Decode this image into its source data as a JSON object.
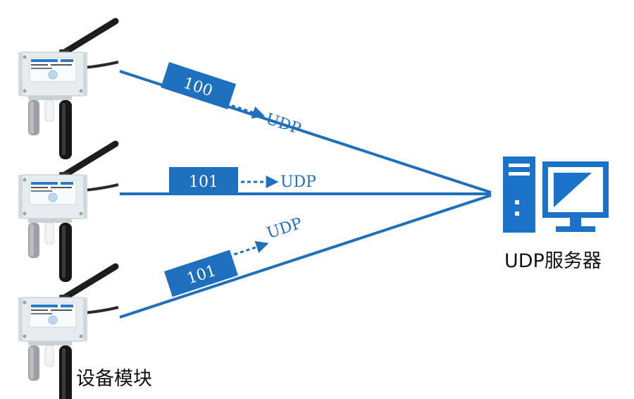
{
  "colors": {
    "link": "#1f6fbf",
    "tag_fill": "#1f6fbf",
    "tag_text": "#ffffff",
    "server": "#1a73c9",
    "device_body": "#e6ecee",
    "antenna": "#222222"
  },
  "devices": [
    {
      "packet_id": "100",
      "protocol": "UDP"
    },
    {
      "packet_id": "101",
      "protocol": "UDP"
    },
    {
      "packet_id": "101",
      "protocol": "UDP"
    }
  ],
  "labels": {
    "device_caption": "设备模块",
    "server_caption": "UDP服务器"
  },
  "icons": {
    "device": "wireless-sensor-icon",
    "server": "desktop-server-icon"
  }
}
